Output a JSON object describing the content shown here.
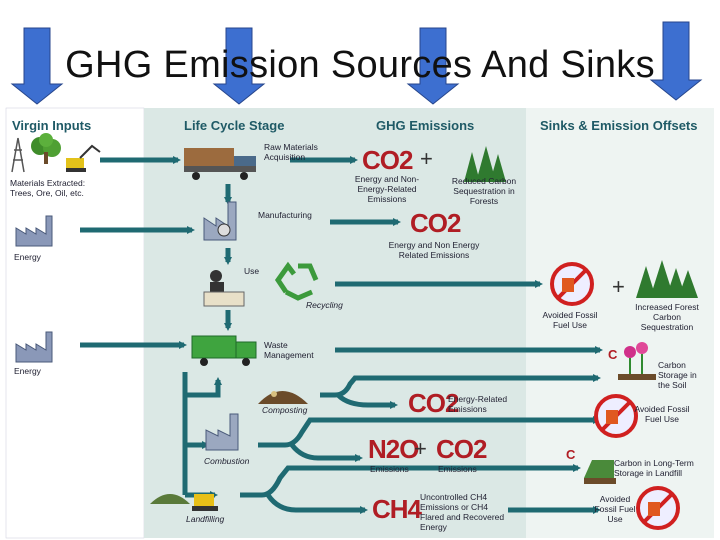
{
  "title": "GHG Emission Sources And Sinks",
  "columns": {
    "virgin_inputs": "Virgin Inputs",
    "life_cycle_stage": "Life Cycle Stage",
    "ghg_emissions": "GHG Emissions",
    "sinks_offsets": "Sinks & Emission Offsets"
  },
  "virgin_inputs": {
    "materials_extracted": "Materials Extracted: Trees, Ore, Oil, etc.",
    "energy_1": "Energy",
    "energy_2": "Energy"
  },
  "stages": {
    "raw_materials": "Raw Materials Acquisition",
    "manufacturing": "Manufacturing",
    "use": "Use",
    "recycling": "Recycling",
    "waste_management": "Waste Management",
    "composting": "Composting",
    "combustion": "Combustion",
    "landfilling": "Landfilling"
  },
  "emissions": {
    "co2": "CO2",
    "n2o": "N2O",
    "ch4": "CH4",
    "plus": "+",
    "energy_nonenergy_1": "Energy and Non-Energy-Related Emissions",
    "energy_nonenergy_2": "Energy and Non Energy Related Emissions",
    "energy_related": "Energy-Related Emissions",
    "emissions_n2o": "Emissions",
    "emissions_co2": "Emissions",
    "ch4_desc": "Uncontrolled CH4 Emissions or CH4 Flared and Recovered Energy"
  },
  "sinks": {
    "reduced_carbon": "Reduced Carbon Sequestration in Forests",
    "avoided_fossil_1": "Avoided Fossil Fuel Use",
    "increased_forest": "Increased Forest Carbon Sequestration",
    "carbon_soil": "Carbon Storage in the Soil",
    "avoided_fossil_2": "Avoided Fossil Fuel Use",
    "carbon_landfill": "Carbon in Long-Term Storage in Landfill",
    "avoided_fossil_3": "Avoided Fossil Fuel Use",
    "c_1": "C",
    "c_2": "C"
  },
  "colors": {
    "panel_left": "#ffffff",
    "panel_mid": "#dbe8e5",
    "panel_right": "#eef4f2",
    "arrow_teal": "#1f6a72",
    "title_arrow": "#3d6fd0",
    "chem_red": "#b01d24",
    "heading_teal": "#1f5a66"
  },
  "icons": [
    "down-arrow-icon",
    "oil-derrick-icon",
    "tree-icon",
    "excavator-icon",
    "factory-icon",
    "log-truck-icon",
    "person-icon",
    "recycle-icon",
    "garbage-truck-icon",
    "compost-pile-icon",
    "bulldozer-icon",
    "no-fossil-fuel-icon",
    "flower-icon",
    "forest-icon"
  ]
}
